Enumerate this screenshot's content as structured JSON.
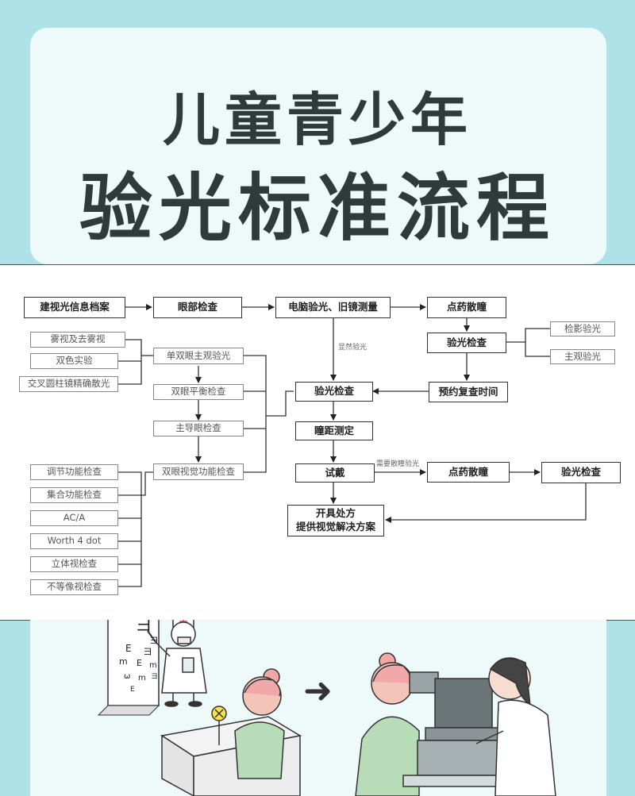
{
  "title": {
    "line1": "儿童青少年",
    "line2": "验光标准流程"
  },
  "flow": {
    "main_nodes": {
      "archive": "建视光信息档案",
      "eye_exam": "眼部检查",
      "auto_refraction": "电脑验光、旧镜测量",
      "dilate_top": "点药散瞳",
      "refraction_top": "验光检查",
      "schedule_review": "预约复查时间",
      "refraction_mid": "验光检查",
      "pd_measure": "瞳距测定",
      "trial_wear": "试戴",
      "dilate_bottom": "点药散瞳",
      "refraction_bottom": "验光检查",
      "prescription_line1": "开具处方",
      "prescription_line2": "提供视觉解决方案"
    },
    "subjective_group": {
      "head": "单双眼主观验光",
      "items": [
        "雾视及去雾视",
        "双色实验",
        "交叉圆柱镜精确散光"
      ]
    },
    "binocular_balance": "双眼平衡检查",
    "dominant_eye": "主导眼检查",
    "binocular_function_group": {
      "head": "双眼视觉功能检查",
      "items": [
        "调节功能检查",
        "集合功能检查",
        "AC/A",
        "Worth 4 dot",
        "立体视检查",
        "不等像视检查"
      ]
    },
    "refraction_methods": [
      "检影验光",
      "主观验光"
    ],
    "notes": {
      "manifest": "显然验光",
      "needs_dilation": "需要散瞳验光"
    }
  },
  "illustration": {
    "chart_symbols": [
      "ヨ",
      "ヨ",
      "E",
      "ヨ",
      "m",
      "E",
      "m",
      "ω",
      "m",
      "ヨ",
      "E"
    ],
    "arrow": "➜"
  }
}
